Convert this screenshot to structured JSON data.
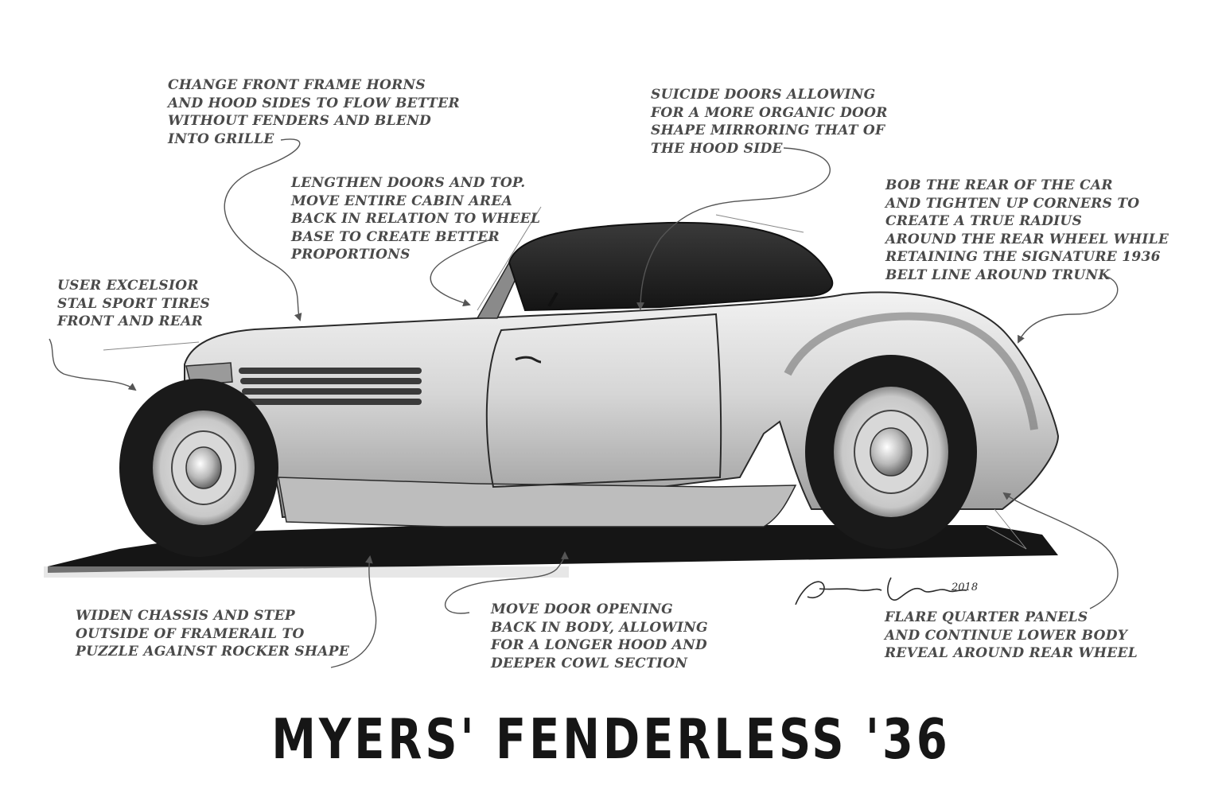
{
  "title": "MYERS' FENDERLESS '36",
  "signature": {
    "name": "Adam Banks",
    "year": "2018"
  },
  "colors": {
    "ink": "#4a4a4a",
    "body": "#d4d4d4",
    "top": "#1e1e1e",
    "tire": "#1a1a1a",
    "shadow": "#151515"
  },
  "notes": {
    "front_frame": {
      "lines": [
        "CHANGE FRONT FRAME HORNS",
        "AND HOOD SIDES TO FLOW BETTER",
        "WITHOUT FENDERS AND BLEND",
        "INTO GRILLE"
      ]
    },
    "lengthen_doors": {
      "lines": [
        "LENGTHEN DOORS AND TOP.",
        "MOVE ENTIRE CABIN AREA",
        "BACK IN RELATION TO WHEEL",
        "BASE TO CREATE BETTER",
        "PROPORTIONS"
      ]
    },
    "tires": {
      "lines": [
        "USER EXCELSIOR",
        "STAL SPORT TIRES",
        "FRONT AND REAR"
      ]
    },
    "suicide_doors": {
      "lines": [
        "SUICIDE DOORS ALLOWING",
        "FOR A MORE ORGANIC  DOOR",
        "SHAPE MIRRORING THAT OF",
        "THE HOOD SIDE"
      ]
    },
    "bob_rear": {
      "lines": [
        "BOB THE REAR OF THE CAR",
        "AND TIGHTEN UP CORNERS TO",
        "CREATE A TRUE RADIUS",
        "AROUND THE REAR WHEEL WHILE",
        "RETAINING THE SIGNATURE 1936",
        "BELT LINE AROUND TRUNK"
      ]
    },
    "widen_chassis": {
      "lines": [
        "WIDEN CHASSIS AND STEP",
        "OUTSIDE OF FRAMERAIL TO",
        "PUZZLE AGAINST ROCKER SHAPE"
      ]
    },
    "move_door": {
      "lines": [
        "MOVE DOOR OPENING",
        "BACK IN BODY, ALLOWING",
        "FOR A LONGER HOOD AND",
        "DEEPER COWL SECTION"
      ]
    },
    "flare_quarters": {
      "lines": [
        "FLARE QUARTER PANELS",
        "AND CONTINUE LOWER BODY",
        "REVEAL AROUND REAR WHEEL"
      ]
    }
  }
}
